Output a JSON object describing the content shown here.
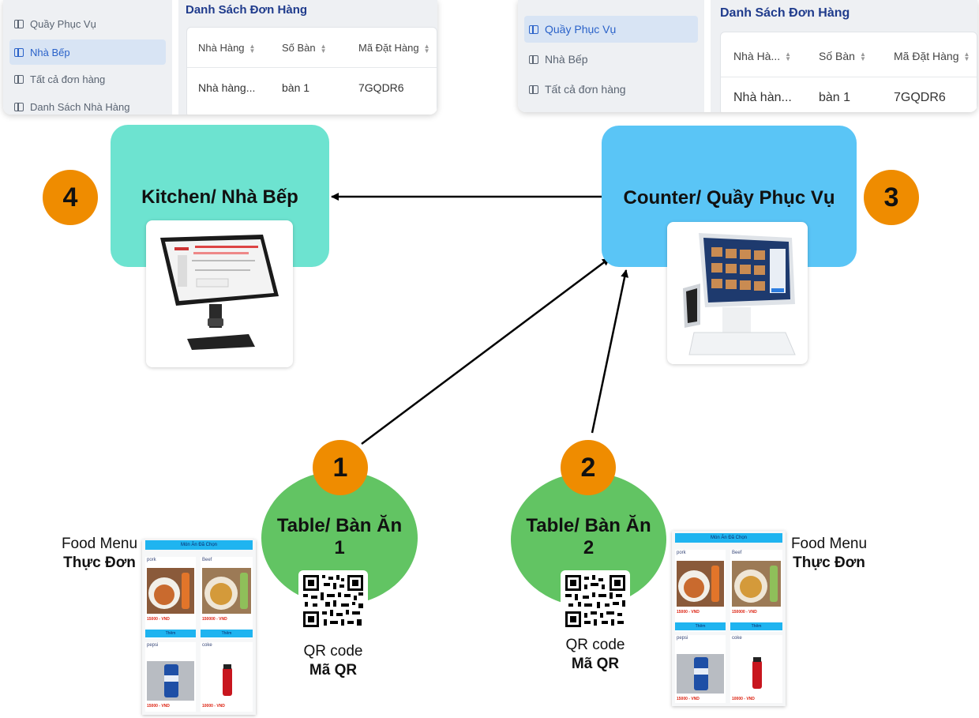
{
  "panel_left": {
    "sidebar_items": [
      "Quầy Phục Vụ",
      "Nhà Bếp",
      "Tất cả đơn hàng",
      "Danh Sách Nhà Hàng"
    ],
    "active_index": 1,
    "title": "Danh Sách Đơn Hàng",
    "headers": [
      "Nhà Hàng",
      "Số Bàn",
      "Mã Đặt Hàng"
    ],
    "row": [
      "Nhà hàng...",
      "bàn 1",
      "7GQDR6"
    ]
  },
  "panel_right": {
    "sidebar_items": [
      "Quầy Phục Vụ",
      "Nhà Bếp",
      "Tất cả đơn hàng"
    ],
    "active_index": 0,
    "title": "Danh Sách Đơn Hàng",
    "headers": [
      "Nhà Hà...",
      "Số Bàn",
      "Mã Đặt Hàng"
    ],
    "row": [
      "Nhà hàn...",
      "bàn 1",
      "7GQDR6"
    ]
  },
  "nodes": {
    "kitchen": {
      "label": "Kitchen/ Nhà Bếp",
      "step": "4",
      "color": "#6de3d0"
    },
    "counter": {
      "label": "Counter/ Quầy Phục Vụ",
      "step": "3",
      "color": "#5ac5f6"
    },
    "table1": {
      "label_line1": "Table/ Bàn Ăn",
      "label_line2": "1",
      "step": "1",
      "color": "#62c463"
    },
    "table2": {
      "label_line1": "Table/ Bàn Ăn",
      "label_line2": "2",
      "step": "2",
      "color": "#62c463"
    }
  },
  "badge_color": "#ef8c00",
  "captions": {
    "qr_en": "QR code",
    "qr_vi": "Mã QR",
    "menu_en": "Food Menu",
    "menu_vi": "Thực Đơn"
  },
  "phone_menu": {
    "header": "Món Ăn Đã Chọn",
    "items": [
      {
        "name": "pork",
        "price": "15000 - VND",
        "button": "Thêm"
      },
      {
        "name": "Beef",
        "price": "150000 - VND",
        "button": "Thêm"
      },
      {
        "name": "pepsi",
        "price": "15000 - VND"
      },
      {
        "name": "coke",
        "price": "10000 - VND"
      }
    ]
  },
  "icons": [
    "layout-icon",
    "sort-icon",
    "arrow-icon",
    "qr-code-icon",
    "pos-terminal-icon"
  ]
}
